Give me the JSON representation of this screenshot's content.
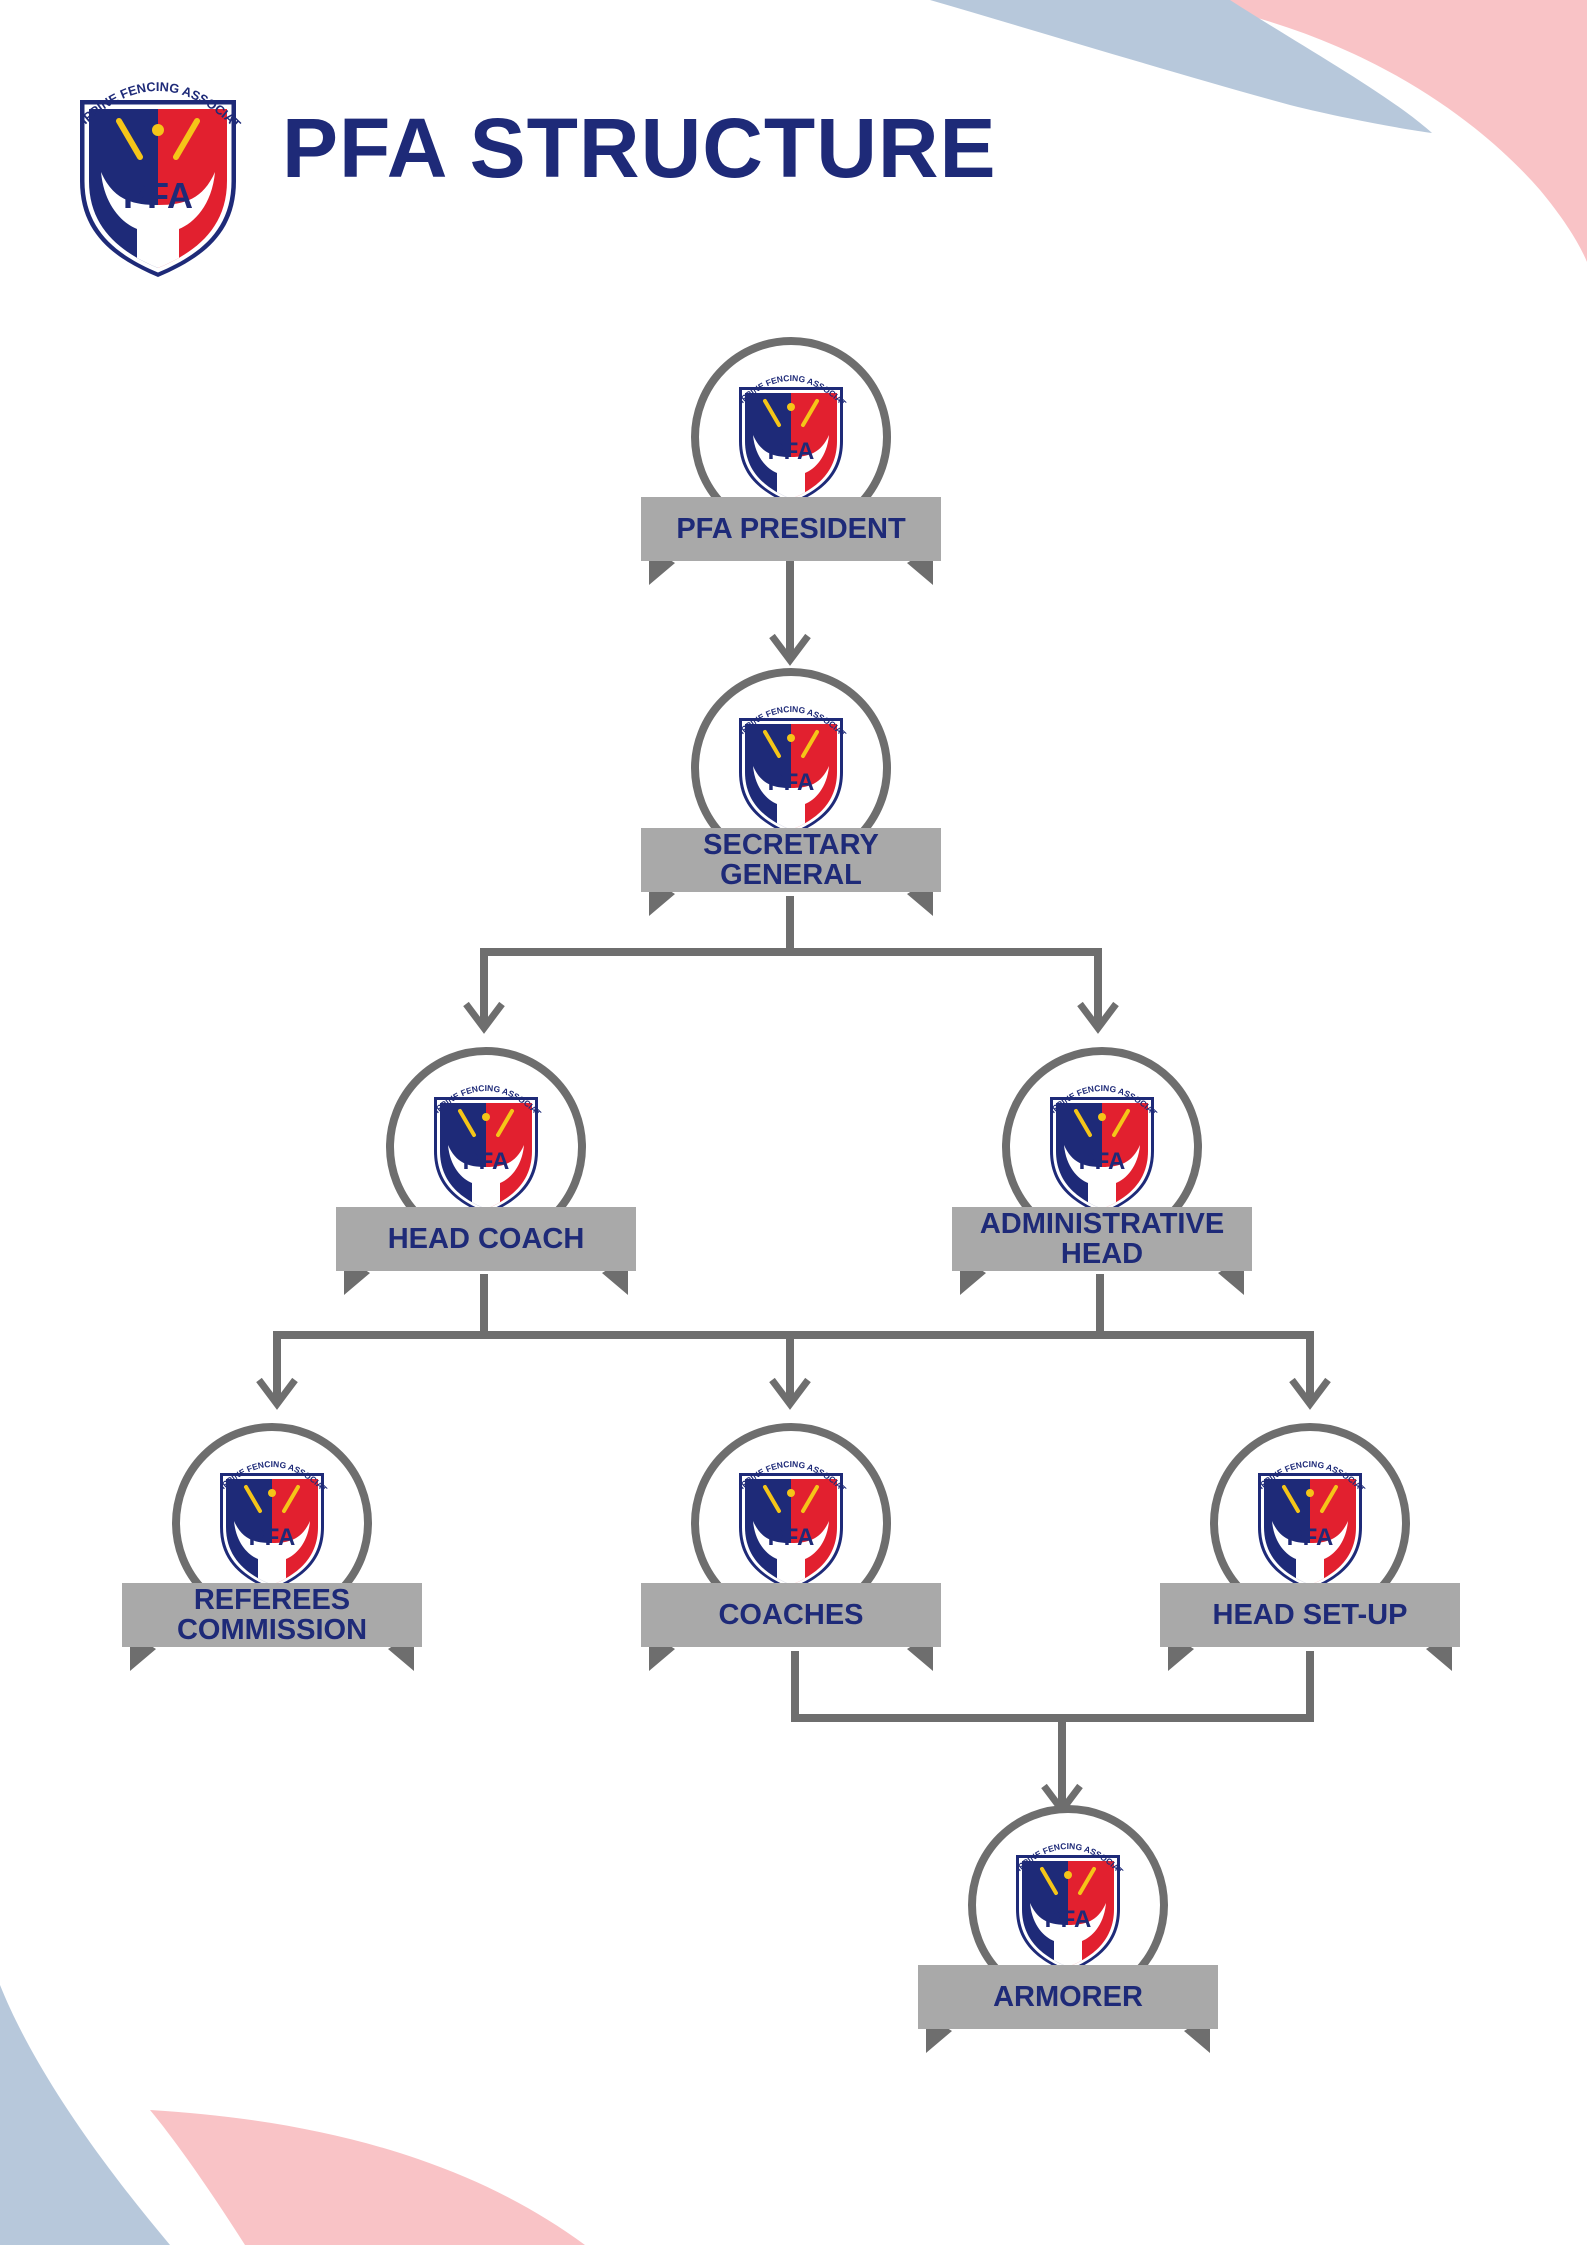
{
  "header": {
    "title": "PFA STRUCTURE",
    "logo_text": "PHILIPPINE FENCING ASSOCIATION",
    "logo_initials": "PFA"
  },
  "colors": {
    "navy": "#1e2a78",
    "red": "#e2202f",
    "banner_gray": "#a9a9a9",
    "connector_gray": "#6e6e6e",
    "deco_pink": "#f9c3c6",
    "deco_blue": "#b7c8db"
  },
  "nodes": [
    {
      "id": "pfa-president",
      "label": "PFA PRESIDENT"
    },
    {
      "id": "secretary-general",
      "label": "SECRETARY\nGENERAL"
    },
    {
      "id": "head-coach",
      "label": "HEAD COACH"
    },
    {
      "id": "administrative-head",
      "label": "ADMINISTRATIVE\nHEAD"
    },
    {
      "id": "referees-commission",
      "label": "REFEREES\nCOMMISSION"
    },
    {
      "id": "coaches",
      "label": "COACHES"
    },
    {
      "id": "head-set-up",
      "label": "HEAD SET-UP"
    },
    {
      "id": "armorer",
      "label": "ARMORER"
    }
  ],
  "edges": [
    {
      "from": "pfa-president",
      "to": "secretary-general"
    },
    {
      "from": "secretary-general",
      "to": "head-coach"
    },
    {
      "from": "secretary-general",
      "to": "administrative-head"
    },
    {
      "from": "head-coach",
      "to": "referees-commission"
    },
    {
      "from": "head-coach",
      "to": "coaches"
    },
    {
      "from": "head-coach",
      "to": "head-set-up"
    },
    {
      "from": "administrative-head",
      "to": "referees-commission"
    },
    {
      "from": "administrative-head",
      "to": "coaches"
    },
    {
      "from": "administrative-head",
      "to": "head-set-up"
    },
    {
      "from": "coaches",
      "to": "armorer"
    },
    {
      "from": "head-set-up",
      "to": "armorer"
    }
  ]
}
